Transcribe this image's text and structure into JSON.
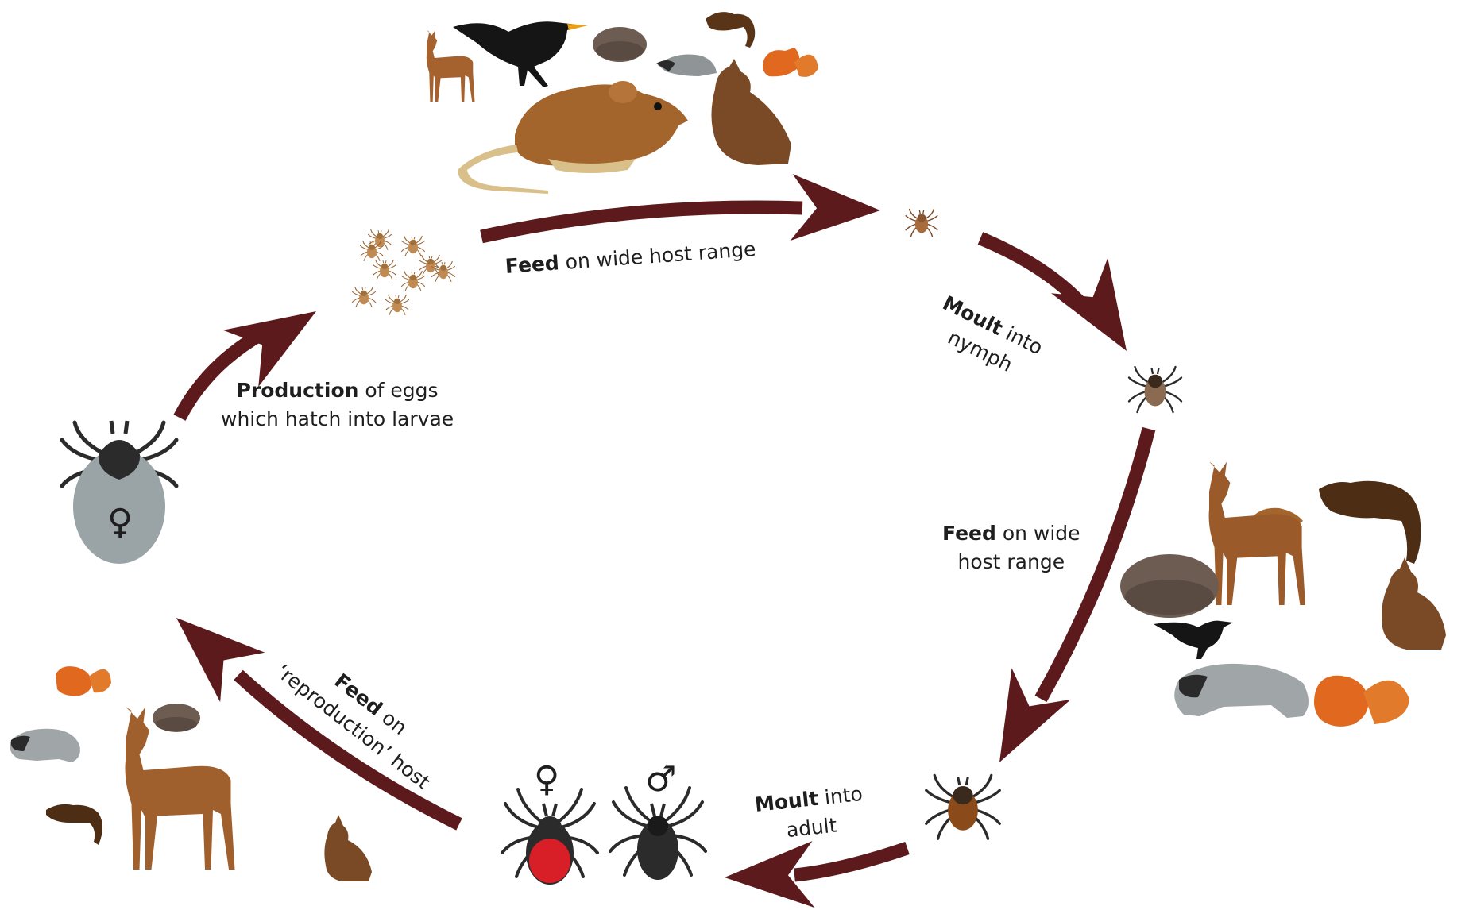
{
  "labels": {
    "larva_feed": {
      "bold": "Feed",
      "rest": " on wide host range"
    },
    "moult_nymph": {
      "bold": "Moult",
      "rest": " into",
      "line2": "nymph"
    },
    "nymph_feed": {
      "bold": "Feed",
      "rest": " on wide",
      "line2": "host range"
    },
    "moult_adult": {
      "bold": "Moult",
      "rest": " into",
      "line2": "adult"
    },
    "adult_feed": {
      "bold": "Feed",
      "rest": " on",
      "line2": "‘reproduction’ host"
    },
    "eggs": {
      "bold": "Production",
      "rest": " of eggs",
      "line2": "which hatch into larvae"
    }
  },
  "symbols": {
    "engorged_female": "♀",
    "adult_female": "♀",
    "adult_male": "♂"
  },
  "colors": {
    "arrow": "#5c1a1c",
    "tick_dark": "#2b2b2b",
    "tick_engorged_body": "#9aa3a6",
    "tick_red": "#d81e27",
    "animal_brown": "#9a5a2a",
    "squirrel_orange": "#e0691f",
    "badger_grey": "#9ea3a5"
  },
  "icons": [
    "larvae-cluster-icon",
    "larva-tick-icon",
    "nymph-tick-icon",
    "adult-tick-icon",
    "engorged-female-tick-icon",
    "female-tick-icon",
    "male-tick-icon",
    "deer-icon",
    "blackbird-icon",
    "mouse-icon",
    "hedgehog-icon",
    "squirrel-icon",
    "hare-icon",
    "badger-icon",
    "pine-marten-icon",
    "mole-icon"
  ]
}
